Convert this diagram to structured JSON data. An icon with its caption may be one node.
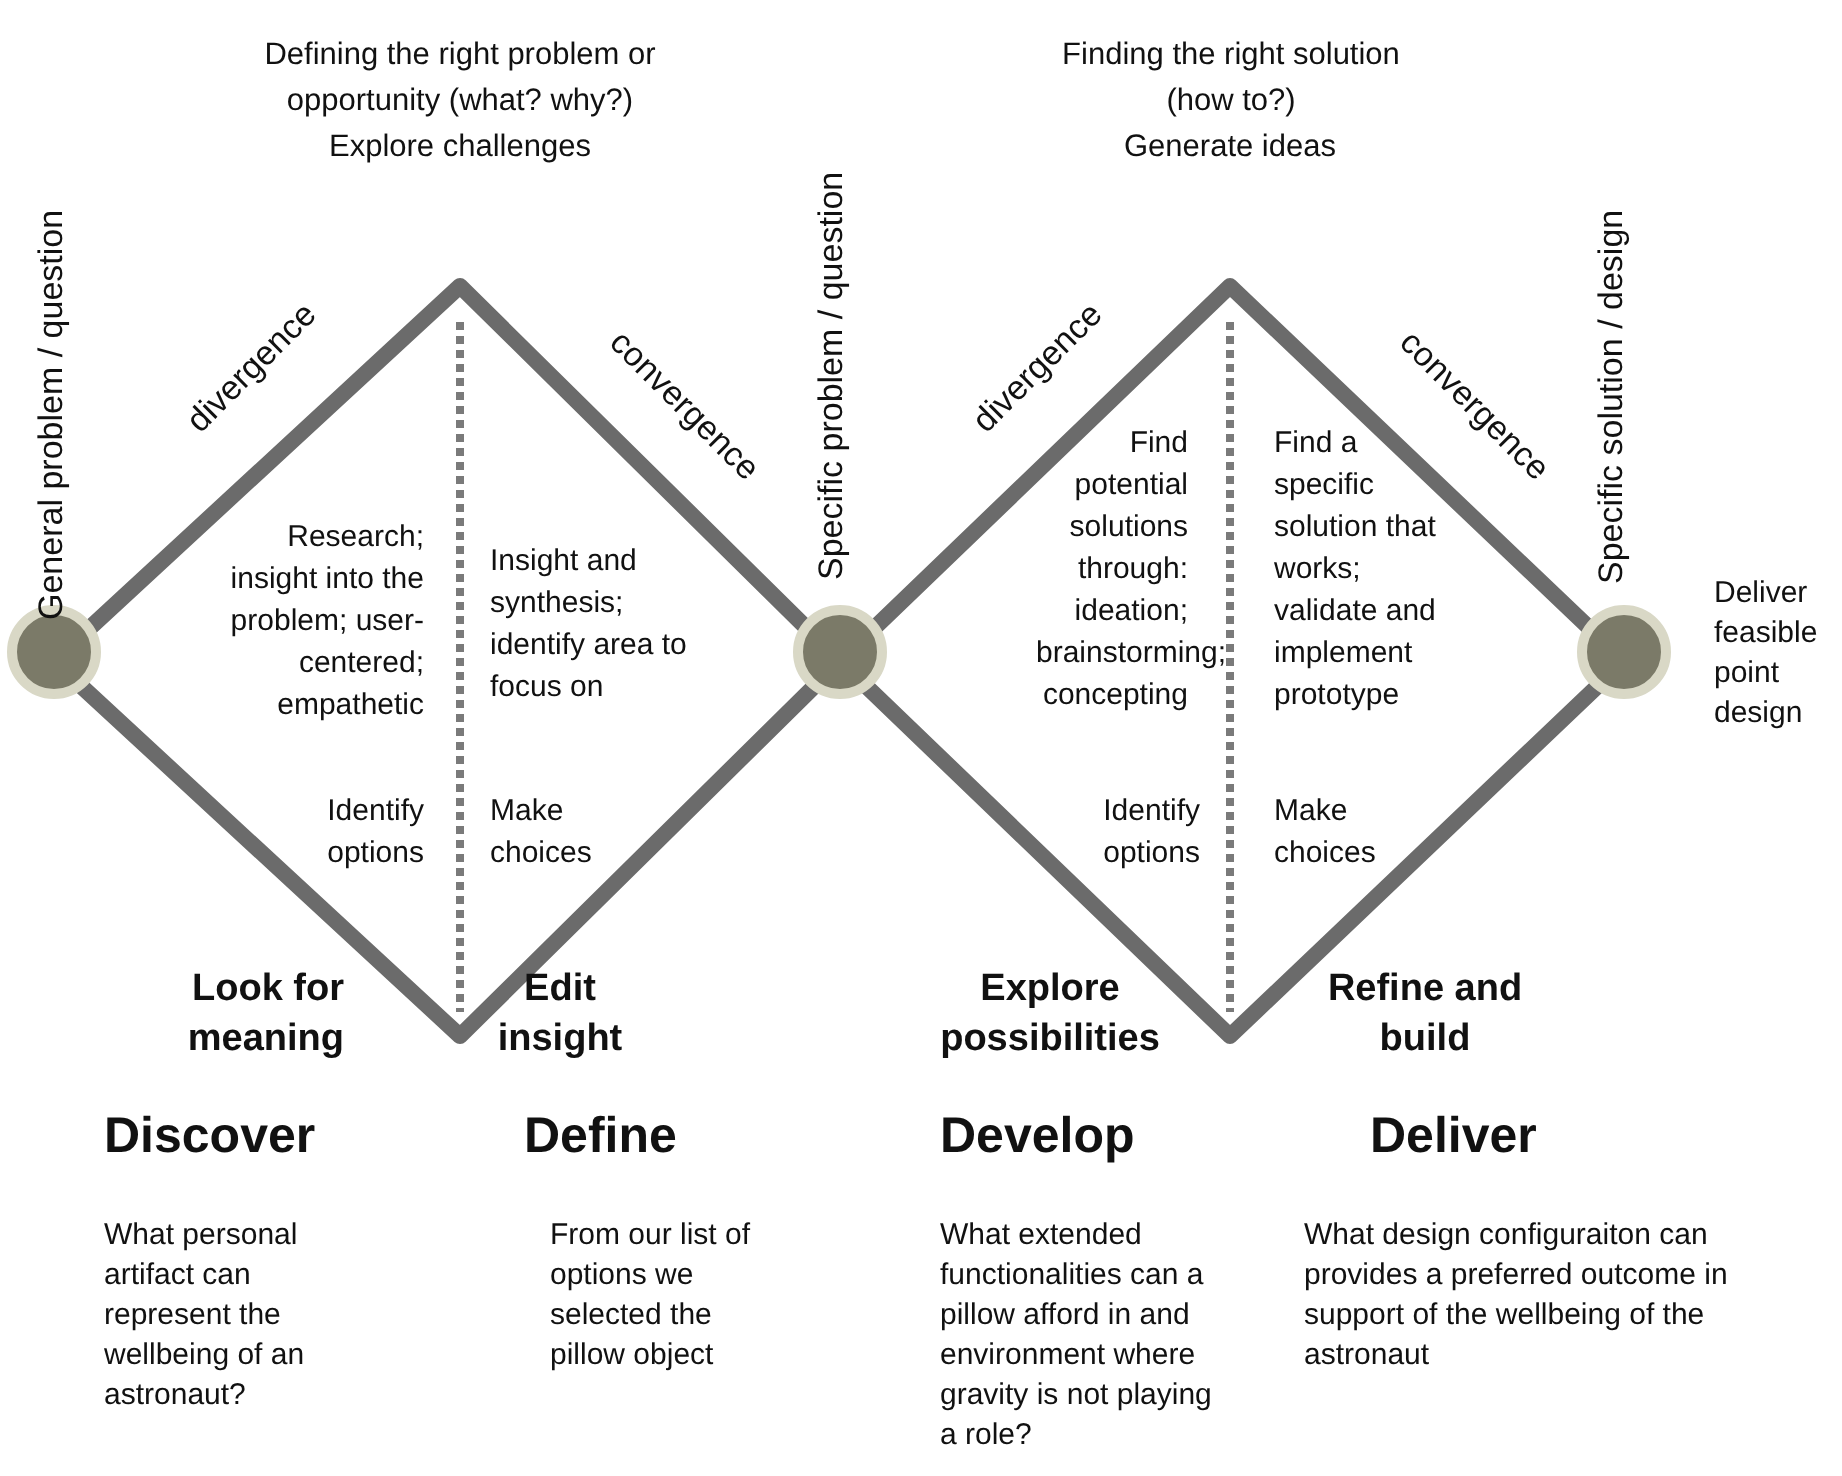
{
  "diagram": {
    "nodes": [
      {
        "text": [
          "Research; insight into the problem; user-centered; empathetic",
          "Insight and synthesis; identify area to focus on",
          "Identify options",
          "Make choices"
        ]
      },
      {
        "text": [
          "Find potential solutions through: ideation; brainstorming; concepting",
          "Find a specific solution that works; validate and implement prototype",
          "Identify options",
          "Make choices"
        ]
      },
      {
        "text": [],
        "shape": "circle"
      },
      {
        "text": [],
        "shape": "circle"
      },
      {
        "text": [],
        "shape": "circle",
        "beside": [
          "Deliver feasible point design"
        ]
      }
    ],
    "labels": [
      "General problem / question",
      "Specific problem / question",
      "Specific solution / design",
      "Defining the right problem or opportunity (what? why?)",
      "Explore challenges",
      "Finding the right solution (how to?)",
      "Generate ideas",
      "divergence",
      "convergence",
      "divergence",
      "convergence",
      "Look for meaning",
      "Edit insight",
      "Explore possibilities",
      "Refine and build",
      "Discover",
      "Define",
      "Develop",
      "Deliver",
      "What personal artifact can represent the wellbeing of an astronaut?",
      "From our list of options we selected the pillow object",
      "What extended functionalities can a pillow afford in and environment where gravity is not playing a role?",
      "What design configuraiton can provides a preferred outcome in support of the wellbeing of the astronaut"
    ]
  }
}
